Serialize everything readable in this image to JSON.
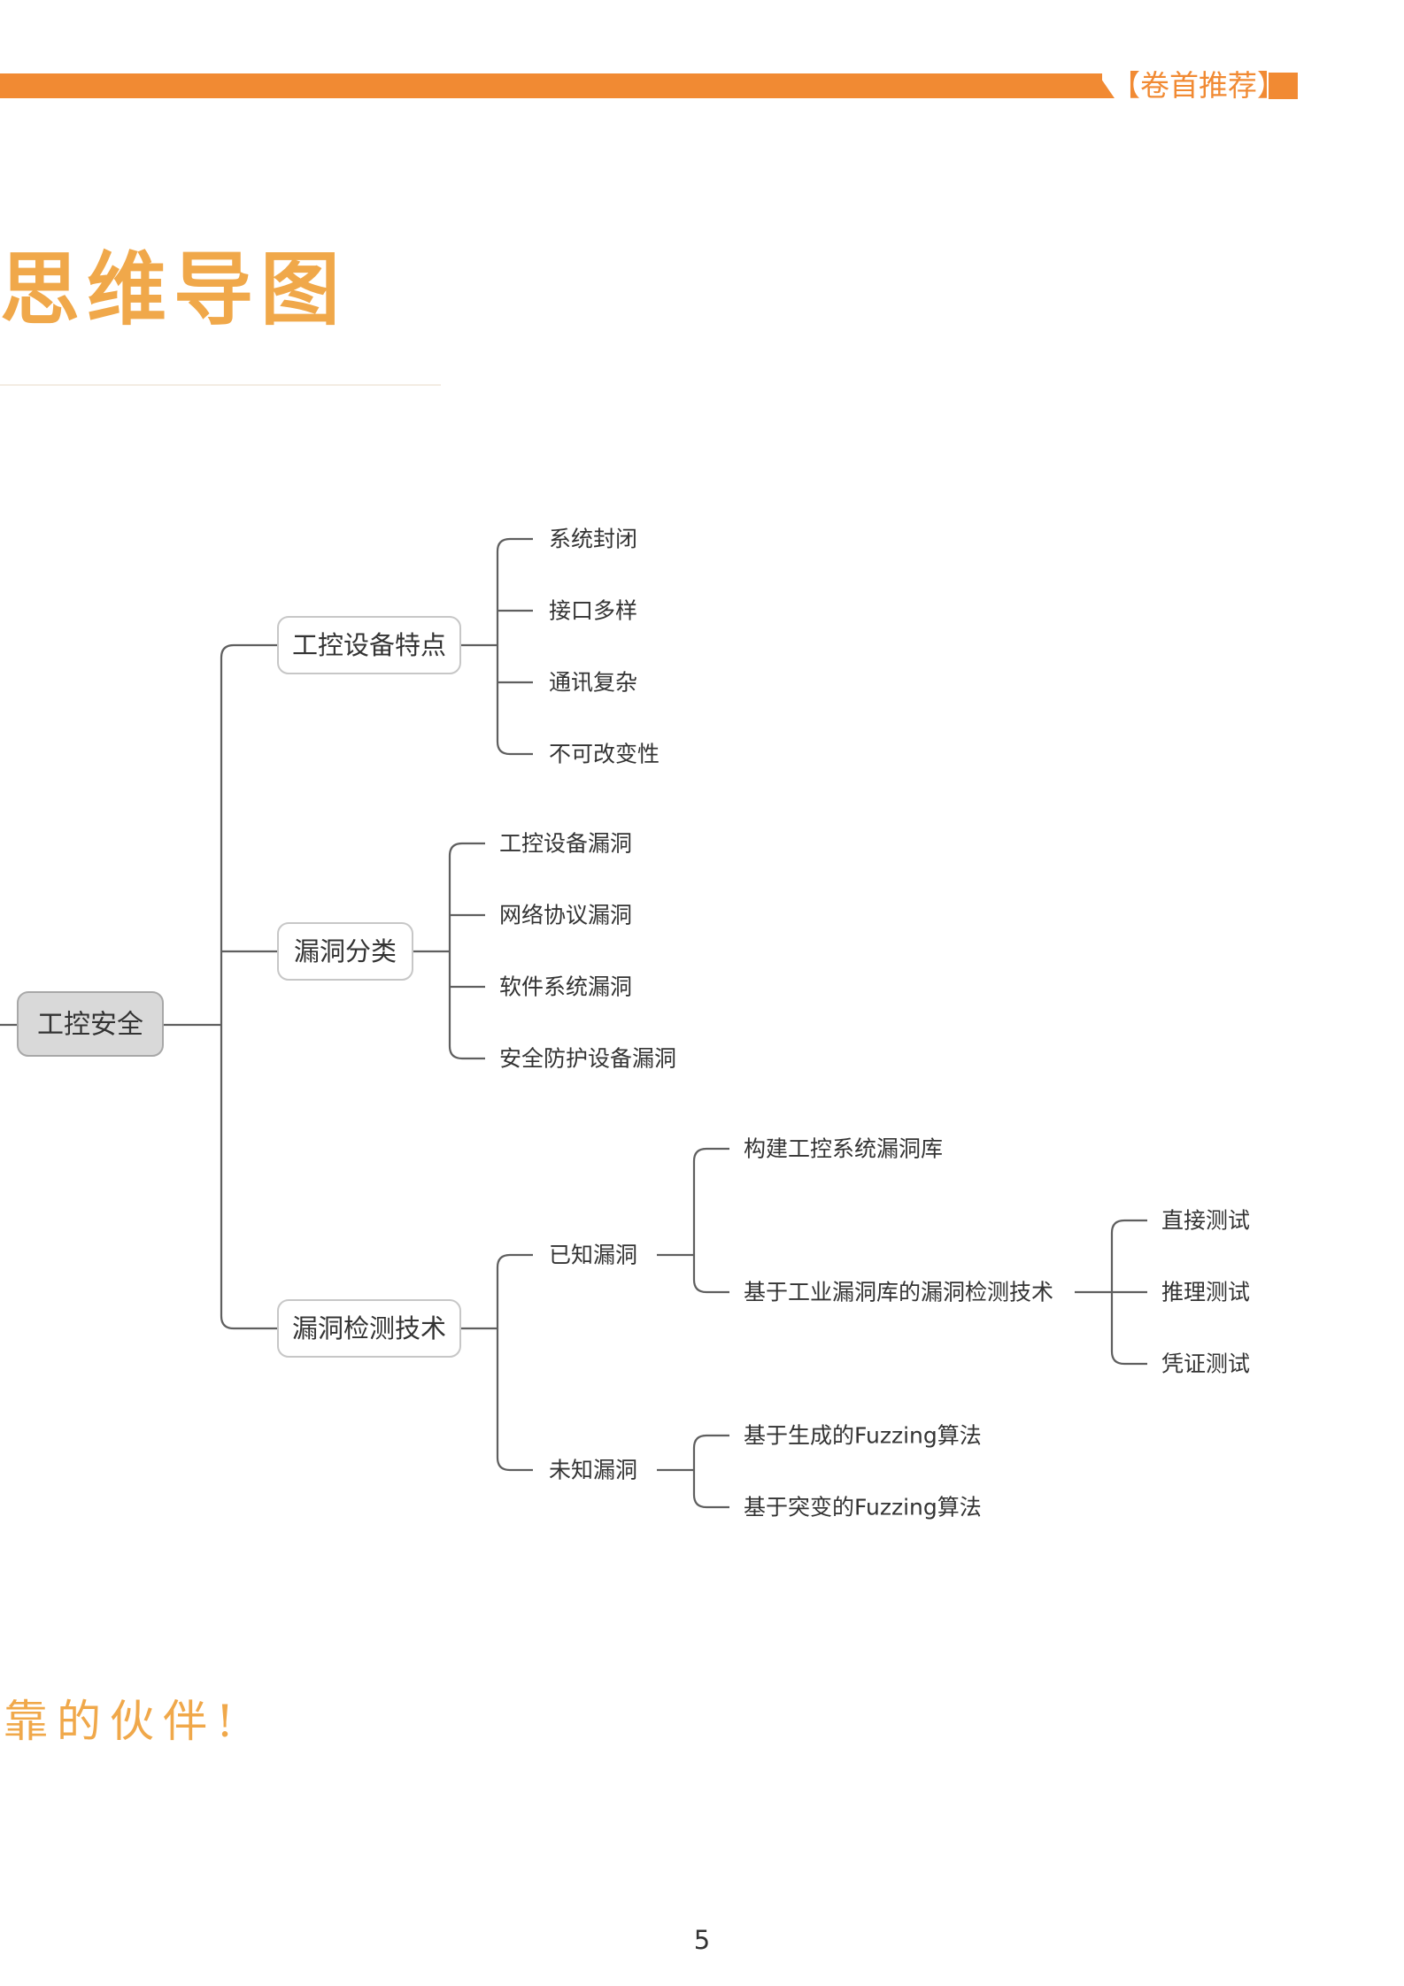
{
  "colors": {
    "accent": "#f18a33",
    "title": "#f0a84a"
  },
  "header": {
    "label": "【卷首推荐】"
  },
  "page": {
    "title": "思维导图",
    "slogan": "靠的伙伴!",
    "page_number": "5"
  },
  "mindmap": {
    "root": "工控安全",
    "branches": [
      {
        "label": "工控设备特点",
        "children": [
          "系统封闭",
          "接口多样",
          "通讯复杂",
          "不可改变性"
        ]
      },
      {
        "label": "漏洞分类",
        "children": [
          "工控设备漏洞",
          "网络协议漏洞",
          "软件系统漏洞",
          "安全防护设备漏洞"
        ]
      },
      {
        "label": "漏洞检测技术",
        "children": [
          {
            "label": "已知漏洞",
            "children": [
              {
                "label": "构建工控系统漏洞库"
              },
              {
                "label": "基于工业漏洞库的漏洞检测技术",
                "children": [
                  "直接测试",
                  "推理测试",
                  "凭证测试"
                ]
              }
            ]
          },
          {
            "label": "未知漏洞",
            "children": [
              "基于生成的Fuzzing算法",
              "基于突变的Fuzzing算法"
            ]
          }
        ]
      }
    ]
  }
}
